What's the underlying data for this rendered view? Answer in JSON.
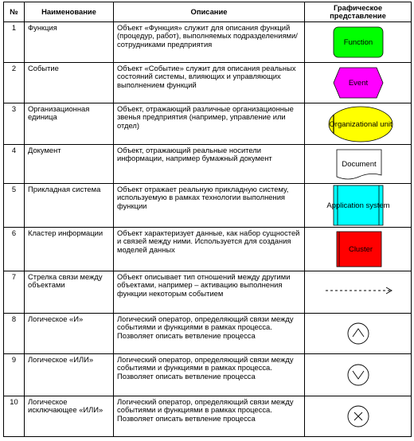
{
  "headers": {
    "num": "№",
    "name": "Наименование",
    "description": "Описание",
    "representation": "Графическое представление"
  },
  "rows": [
    {
      "num": "1",
      "name": "Функция",
      "description": "Объект «Функция» служит для описания функций (процедур, работ), выполняемых подразделениями/сотрудниками предприятия",
      "shape": {
        "label": "Function",
        "fill": "#00ff00",
        "icon": "function-shape-icon"
      }
    },
    {
      "num": "2",
      "name": "Событие",
      "description": "Объект «Событие» служит для описания реальных состояний системы, влияющих и управляющих выполнением функций",
      "shape": {
        "label": "Event",
        "fill": "#ff00ff",
        "icon": "event-shape-icon"
      }
    },
    {
      "num": "3",
      "name": "Организационная единица",
      "description": "Объект, отражающий различные организационные звенья предприятия (например, управление или отдел)",
      "shape": {
        "label": "Organizational unit",
        "fill": "#ffff00",
        "icon": "organizational-unit-shape-icon"
      }
    },
    {
      "num": "4",
      "name": "Документ",
      "description": "Объект, отражающий реальные носители информации, например бумажный документ",
      "shape": {
        "label": "Document",
        "fill": "#ffffff",
        "icon": "document-shape-icon"
      }
    },
    {
      "num": "5",
      "name": "Прикладная система",
      "description": "Объект отражает реальную прикладную систему, используемую в рамках технологии выполнения функции",
      "shape": {
        "label": "Application system",
        "fill": "#00ffff",
        "icon": "application-system-shape-icon"
      }
    },
    {
      "num": "6",
      "name": "Кластер информации",
      "description": "Объект характеризует данные, как набор сущностей и связей между ними. Используется для создания моделей данных",
      "shape": {
        "label": "Cluster",
        "fill": "#ff0000",
        "icon": "cluster-shape-icon"
      }
    },
    {
      "num": "7",
      "name": "Стрелка связи между объектами",
      "description": "Объект описывает тип отношений между другими объектами, например – активацию выполнения функции некоторым событием",
      "shape": {
        "label": "",
        "fill": "#000000",
        "icon": "dashed-arrow-icon"
      }
    },
    {
      "num": "8",
      "name": "Логическое «И»",
      "description": "Логический оператор, определяющий связи между событиями и функциями в рамках процесса. Позволяет описать ветвление процесса",
      "shape": {
        "label": "",
        "fill": "#ffffff",
        "icon": "logical-and-icon"
      }
    },
    {
      "num": "9",
      "name": "Логическое «ИЛИ»",
      "description": "Логический оператор, определяющий связи между событиями и функциями в рамках процесса. Позволяет описать ветвление процесса",
      "shape": {
        "label": "",
        "fill": "#ffffff",
        "icon": "logical-or-icon"
      }
    },
    {
      "num": "10",
      "name": "Логическое исключающее «ИЛИ»",
      "description": "Логический оператор, определяющий связи между событиями и функциями в рамках процесса. Позволяет описать ветвление процесса",
      "shape": {
        "label": "",
        "fill": "#ffffff",
        "icon": "logical-xor-icon"
      }
    }
  ]
}
